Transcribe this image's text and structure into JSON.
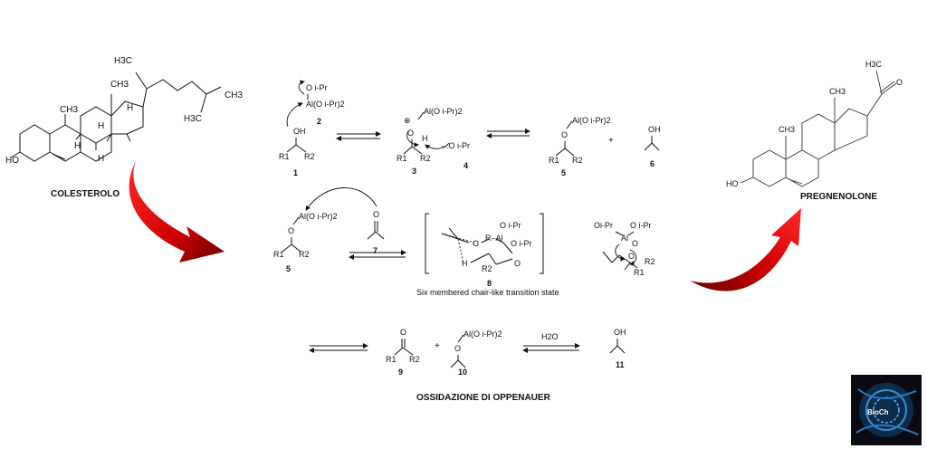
{
  "labels": {
    "cholesterol": "COLESTEROLO",
    "pregnenolone": "PREGNENOLONE",
    "title": "OSSIDAZIONE DI OPPENAUER",
    "transition_state": "Six membered chair-like transition state"
  },
  "atoms": {
    "chol_h3c_top": "H3C",
    "chol_ch3_side": "CH3",
    "chol_h3c_bottom": "H3C",
    "chol_ch3_a": "CH3",
    "chol_ch3_b": "CH3",
    "chol_h1": "H",
    "chol_h2": "H",
    "chol_h3": "H",
    "chol_h4": "H",
    "chol_ho": "HO",
    "preg_h3c": "H3C",
    "preg_o": "O",
    "preg_ch3_a": "CH3",
    "preg_ch3_b": "CH3",
    "preg_ho": "HO"
  },
  "compounds": {
    "c1_label": "1",
    "c2_label": "2",
    "c3_label": "3",
    "c4_label": "4",
    "c5_label": "5",
    "c5b_label": "5",
    "c6_label": "6",
    "c7_label": "7",
    "c8_label": "8",
    "c9_label": "9",
    "c10_label": "10",
    "c11_label": "11",
    "oipr": "O i-Pr",
    "aloipr2": "Al(O i-Pr)2",
    "oh": "OH",
    "r1": "R1",
    "r2": "R2",
    "plus": "+",
    "o": "O",
    "h": "H",
    "al": "Al",
    "oi_pr": "Oi-Pr",
    "o_ipr2": "O i-Pr",
    "r_al": "R–Al",
    "h2o": "H2O",
    "minus_o_ipr": "–:O i-Pr",
    "plus_sign": "⊕"
  },
  "colors": {
    "arrow_red": "#c40000",
    "arrow_dark": "#7a0000"
  },
  "logo": {
    "text": "BioCh"
  }
}
